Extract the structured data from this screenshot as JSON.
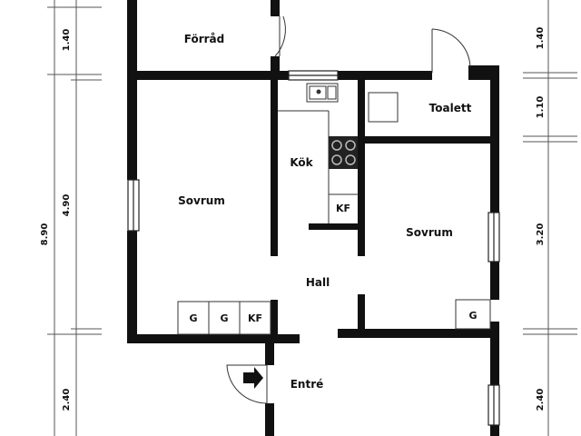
{
  "rooms": {
    "forrad": "Förråd",
    "sovrum_left": "Sovrum",
    "kok": "Kök",
    "toalett": "Toalett",
    "sovrum_right": "Sovrum",
    "hall": "Hall",
    "entre": "Entré"
  },
  "fixtures": {
    "kitchen_fridge": "KF",
    "hall_closet_1": "G",
    "hall_closet_2": "G",
    "hall_fridge": "KF",
    "bedroom_closet": "G"
  },
  "dimensions": {
    "left_total": "8.90",
    "left_1": "1.40",
    "left_2": "4.90",
    "left_3": "2.40",
    "right_1": "1.40",
    "right_2": "1.10",
    "right_3": "3.20",
    "right_4": "2.40"
  },
  "colors": {
    "wall": "#111111",
    "line": "#444444",
    "background": "#ffffff"
  }
}
